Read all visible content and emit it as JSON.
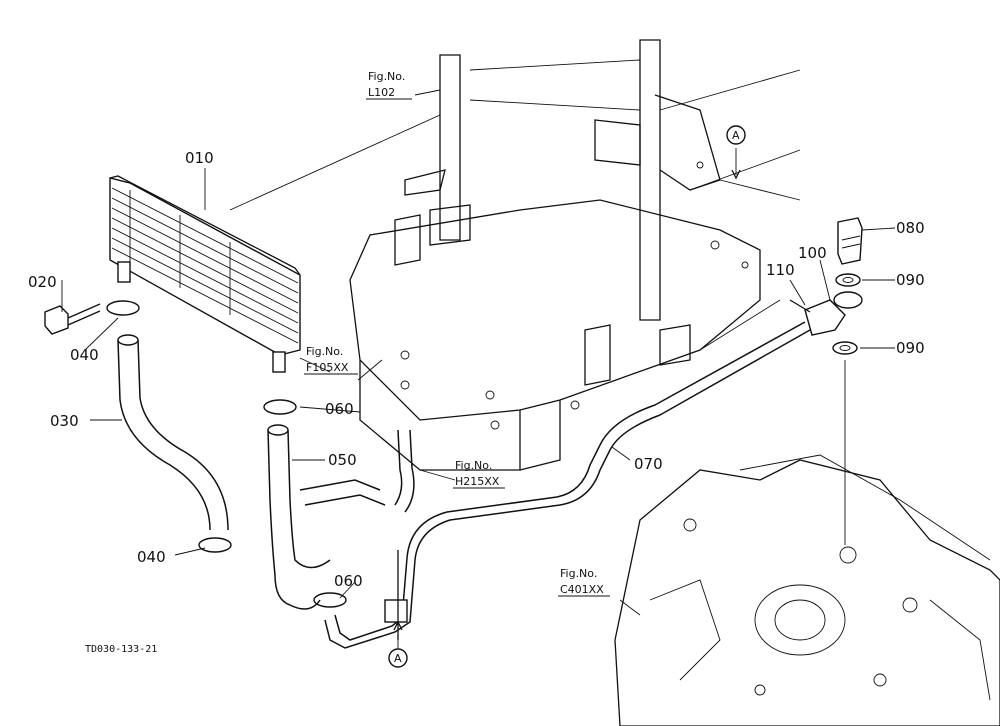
{
  "part_labels": {
    "p010": "010",
    "p020": "020",
    "p030": "030",
    "p040a": "040",
    "p040b": "040",
    "p050": "050",
    "p060a": "060",
    "p060b": "060",
    "p070": "070",
    "p080": "080",
    "p090a": "090",
    "p090b": "090",
    "p100": "100",
    "p110": "110"
  },
  "figure_refs": {
    "l102": {
      "line1": "Fig.No.",
      "line2": "L102"
    },
    "f105": {
      "line1": "Fig.No.",
      "line2": "F105XX"
    },
    "h215": {
      "line1": "Fig.No.",
      "line2": "H215XX"
    },
    "c401": {
      "line1": "Fig.No.",
      "line2": "C401XX"
    }
  },
  "markers": {
    "a_top": "A",
    "a_bottom": "A"
  },
  "drawing_code": "TD030-133-21",
  "icons": [
    "oil-cooler-icon",
    "bolt-icon",
    "hose-clamp-icon",
    "hose-icon",
    "oil-pipe-icon",
    "eye-joint-bolt-icon",
    "washer-icon",
    "transmission-case-icon",
    "frame-bracket-icon"
  ]
}
